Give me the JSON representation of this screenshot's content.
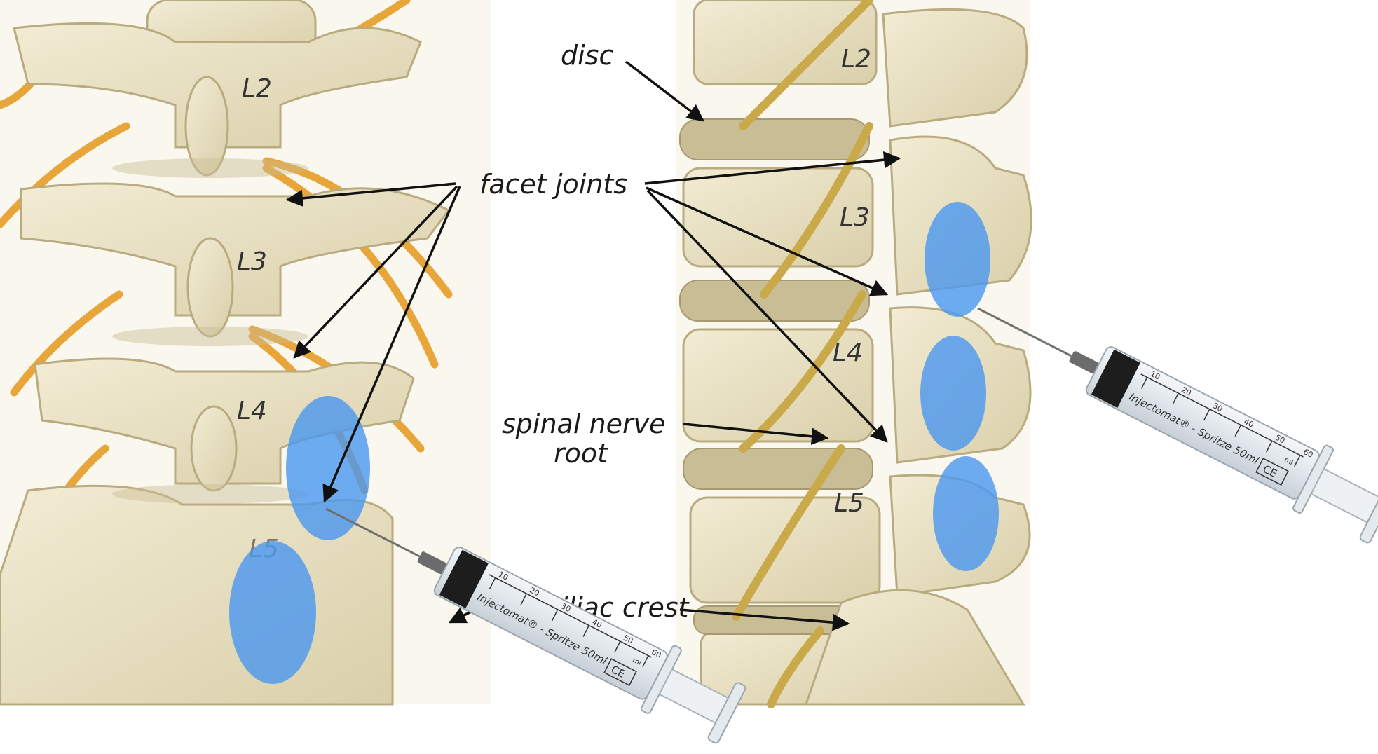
{
  "labels": {
    "disc": "disc",
    "facet_joints": "facet joints",
    "spinal_nerve_root_line1": "spinal nerve",
    "spinal_nerve_root_line2": "root",
    "iliac_crest": "iliac crest"
  },
  "left_vertebrae": [
    "L2",
    "L3",
    "L4",
    "L5"
  ],
  "right_vertebrae": [
    "L2",
    "L3",
    "L4",
    "L5"
  ],
  "syringe": {
    "brand": "Injectomat® - Spritze 50ml",
    "ticks": [
      "10",
      "20",
      "30",
      "40",
      "50",
      "ml",
      "60"
    ],
    "mark": "CE"
  },
  "colors": {
    "bone": "#ece4c8",
    "bone_shadow": "#c9bd95",
    "nerve": "#e8a53a",
    "nerve_root_right": "#c9a94a",
    "injection_marker": "#4a97f0",
    "arrow": "#111111"
  }
}
